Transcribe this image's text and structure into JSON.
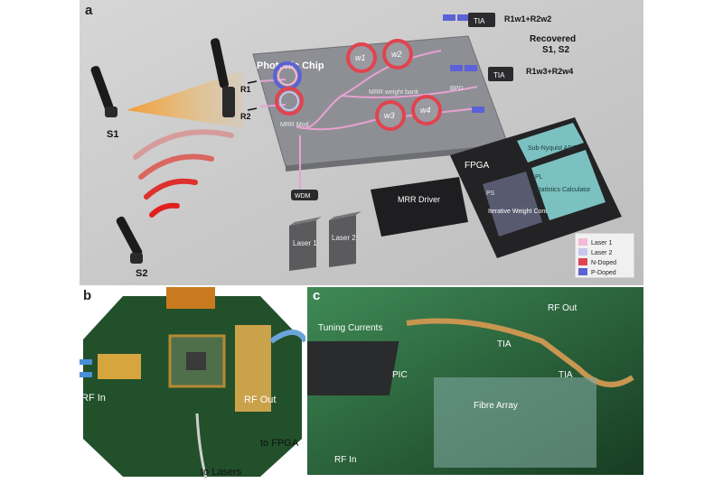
{
  "panel_a": {
    "letter": "a",
    "chip_title": "Photonic Chip",
    "antenna_s1": "S1",
    "antenna_s2": "S2",
    "r1": "R1",
    "r2": "R2",
    "mrr_mod": "MRR Mod",
    "mrr_weight_bank": "MRR weight bank",
    "bpd": "BPD",
    "w1": "w1",
    "w2": "w2",
    "w3": "w3",
    "w4": "w4",
    "tia": "TIA",
    "out_top": "R1w1+R2w2",
    "out_bottom": "R1w3+R2w4",
    "recovered": "Recovered",
    "recovered_signals": "S1, S2",
    "wdm": "WDM",
    "laser1": "Laser 1",
    "laser2": "Laser 2",
    "mrr_driver": "MRR Driver",
    "fpga": "FPGA",
    "adc": "Sub-Nyquist ADC",
    "ps": "PS",
    "pl": "PL",
    "iwc": "Iterative Weight Control",
    "stats": "Statistics Calculator",
    "legend": [
      {
        "label": "Laser 1",
        "color": "#f4b8d6"
      },
      {
        "label": "Laser 2",
        "color": "#c9c6f0"
      },
      {
        "label": "N-Doped",
        "color": "#e0444f"
      },
      {
        "label": "P-Doped",
        "color": "#5b61d6"
      }
    ]
  },
  "panel_b": {
    "letter": "b",
    "rf_in": "RF In",
    "rf_out": "RF Out",
    "to_fpga": "to FPGA",
    "to_lasers": "to Lasers"
  },
  "panel_c": {
    "letter": "c",
    "tuning": "Tuning Currents",
    "rf_out": "RF Out",
    "tia_1": "TIA",
    "tia_2": "TIA",
    "pic": "PIC",
    "fibre": "Fibre Array",
    "rf_in": "RF In"
  },
  "colors": {
    "panel_bg": "#c9c9c9",
    "chip": "#8f8f93",
    "dark": "#2d2d2f",
    "teal": "#7cc1c1",
    "pcb": "#1e4d24",
    "orange": "#f3a23a"
  }
}
